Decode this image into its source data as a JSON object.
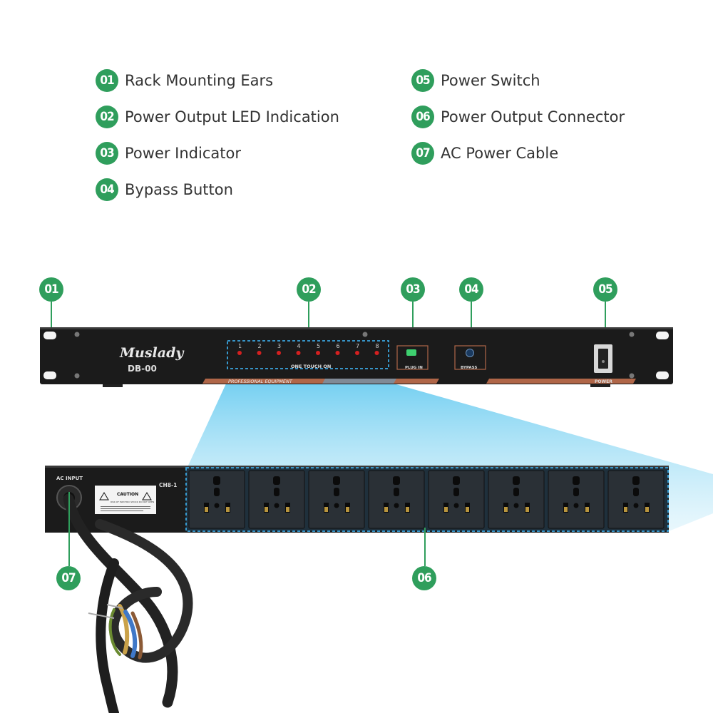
{
  "legend": [
    {
      "num": "01",
      "label": "Rack Mounting Ears"
    },
    {
      "num": "02",
      "label": "Power Output LED Indication"
    },
    {
      "num": "03",
      "label": "Power Indicator"
    },
    {
      "num": "04",
      "label": "Bypass Button"
    },
    {
      "num": "05",
      "label": "Power Switch"
    },
    {
      "num": "06",
      "label": "Power Output Connector"
    },
    {
      "num": "07",
      "label": "AC Power Cable"
    }
  ],
  "front_panel": {
    "brand": "Muslady",
    "model": "DB-00",
    "channel_numbers": [
      "1",
      "2",
      "3",
      "4",
      "5",
      "6",
      "7",
      "8"
    ],
    "one_touch_label": "ONE TOUCH ON",
    "stripe_label": "PROFESSIONAL EQUIPMENT",
    "plug_in_label": "PLUG IN",
    "bypass_label": "BYPASS",
    "power_label": "POWER"
  },
  "rear_panel": {
    "ac_input_label": "AC INPUT",
    "caution_title": "CAUTION",
    "caution_sub": "RISK OF ELECTRIC SHOCK DO NOT OPEN",
    "model_label": "CH8-1",
    "outlet_count": 8
  },
  "colors": {
    "accent": "#2f9e5c",
    "panel": "#1a1a1a",
    "led": "#d42020",
    "highlight": "#2a8fd0"
  }
}
